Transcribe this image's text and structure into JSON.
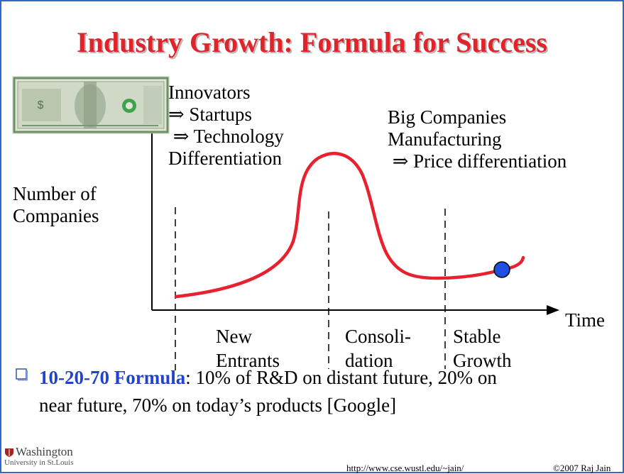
{
  "title": "Industry Growth: Formula for Success",
  "annotations": {
    "innovators": [
      "Innovators",
      "⇒ Startups",
      " ⇒ Technology",
      "Differentiation"
    ],
    "big_companies": [
      "Big Companies",
      "Manufacturing",
      " ⇒ Price differentiation"
    ]
  },
  "axes": {
    "y_label": [
      "Number of",
      "Companies"
    ],
    "x_label": "Time"
  },
  "phases": [
    {
      "line1": "New",
      "line2": "Entrants"
    },
    {
      "line1": "Consoli-",
      "line2": "dation"
    },
    {
      "line1": "Stable",
      "line2": "Growth"
    }
  ],
  "bullet": {
    "highlight": "10-20-70 Formula",
    "text_line1": ": 10% of R&D on distant future, 20% on",
    "text_line2": "near future, 70% on today’s products [Google]"
  },
  "logo": {
    "line1": "Washington",
    "line2": "University in St.Louis"
  },
  "footer": {
    "url": "http://www.cse.wustl.edu/~jain/",
    "copyright": "©2007 Raj Jain"
  },
  "colors": {
    "title": "#e0242b",
    "curve": "#e8212e",
    "marker": "#1f4fe0",
    "highlight": "#2244cc",
    "frame": "#3366cc"
  }
}
